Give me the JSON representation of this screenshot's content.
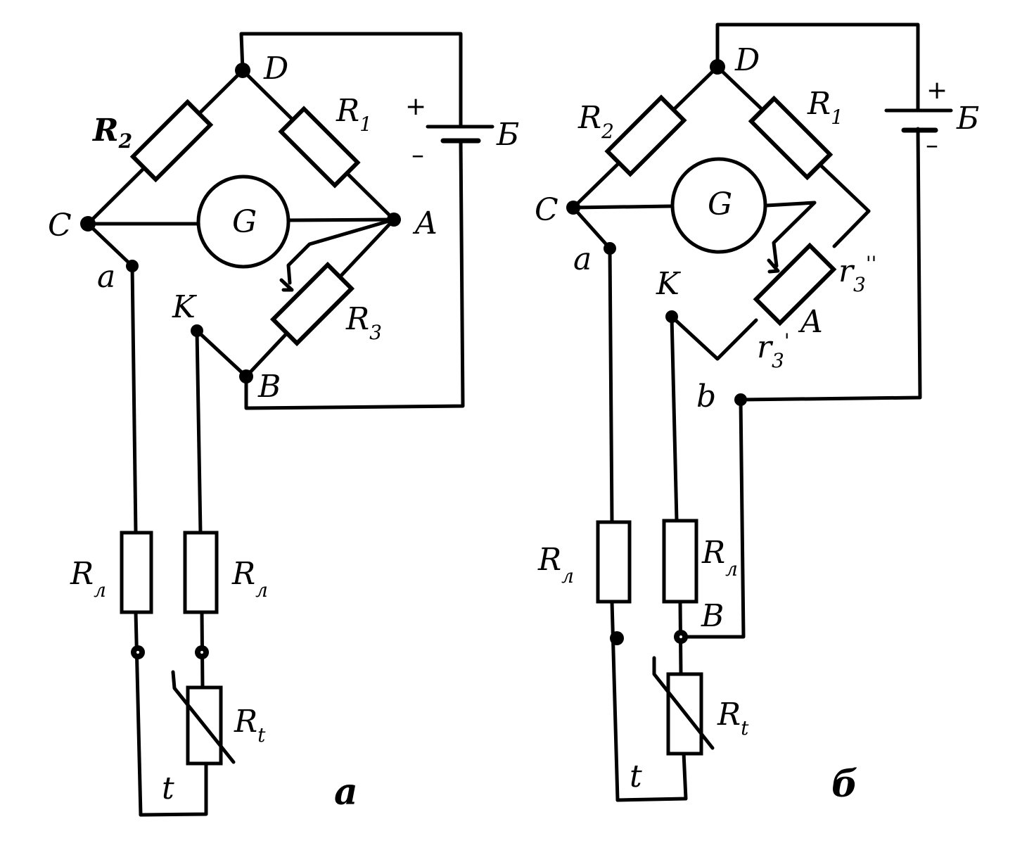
{
  "diagram": {
    "panel_a": {
      "caption": "a",
      "nodes": {
        "D": "D",
        "C": "C",
        "A": "A",
        "B": "B",
        "a": "a",
        "K": "K",
        "t": "t"
      },
      "R1": {
        "base": "R",
        "sub": "1"
      },
      "R2": {
        "base": "R",
        "sub": "2"
      },
      "R3": {
        "base": "R",
        "sub": "3"
      },
      "Rl_left": {
        "base": "R",
        "sub": "л"
      },
      "Rl_right": {
        "base": "R",
        "sub": "л"
      },
      "Rt": {
        "base": "R",
        "sub": "t"
      },
      "galvanometer": "G",
      "battery": {
        "name": "Б",
        "plus": "+",
        "minus": "–"
      }
    },
    "panel_b": {
      "caption": "б",
      "nodes": {
        "D": "D",
        "C": "C",
        "A": "A",
        "B": "B",
        "a": "a",
        "K": "K",
        "b": "b",
        "t": "t"
      },
      "R1": {
        "base": "R",
        "sub": "1"
      },
      "R2": {
        "base": "R",
        "sub": "2"
      },
      "r3_double": {
        "base": "r",
        "sub": "3",
        "sup": "''"
      },
      "r3_single": {
        "base": "r",
        "sub": "3",
        "sup": "'"
      },
      "Rl_left": {
        "base": "R",
        "sub": "л"
      },
      "Rl_right": {
        "base": "R",
        "sub": "л"
      },
      "Rt": {
        "base": "R",
        "sub": "t"
      },
      "galvanometer": "G",
      "battery": {
        "name": "Б",
        "plus": "+",
        "minus": "–"
      }
    }
  }
}
